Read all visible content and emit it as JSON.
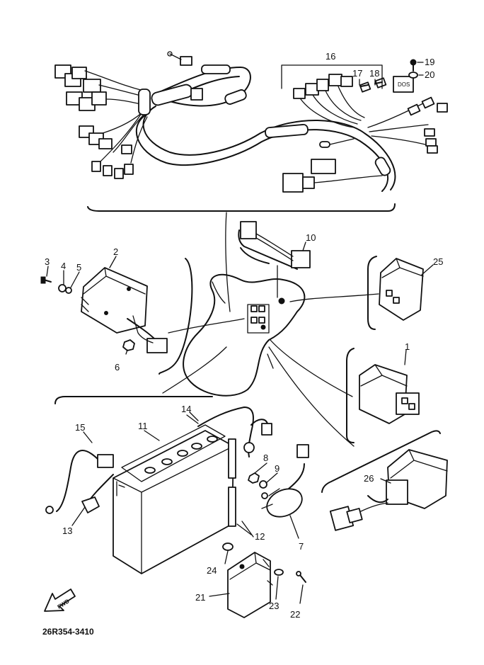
{
  "diagram": {
    "part_numbers": [
      "1",
      "2",
      "3",
      "4",
      "5",
      "6",
      "7",
      "8",
      "9",
      "10",
      "11",
      "12",
      "13",
      "14",
      "15",
      "16",
      "17",
      "18",
      "19",
      "20",
      "21",
      "22",
      "23",
      "24",
      "25",
      "26"
    ],
    "drawing_code": "26R354-3410",
    "front_arrow_label": "FWD"
  },
  "icons": {
    "front_arrow": "front-direction-arrow-icon"
  },
  "colors": {
    "ink": "#111111",
    "paper": "#ffffff"
  }
}
